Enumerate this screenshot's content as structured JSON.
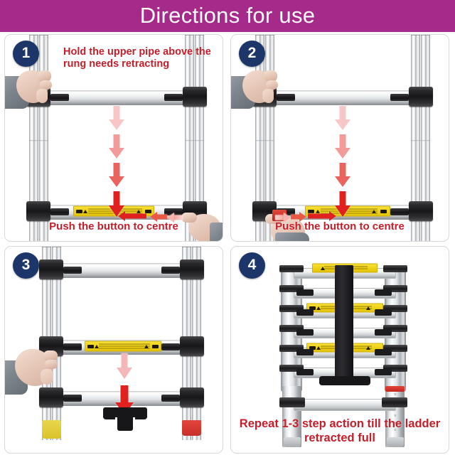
{
  "header": {
    "title": "Directions for use",
    "bg_color": "#a52a8a",
    "text_color": "#ffffff"
  },
  "theme": {
    "badge_color": "#1c3669",
    "caption_color": "#c41e2a",
    "panel_border": "#d8d8d8",
    "arrow_red": "#e0211f",
    "warning_yellow": "#efd011"
  },
  "panels": [
    {
      "number": "1",
      "top_caption": "Hold the upper pipe above the rung needs retracting",
      "bottom_caption": "Push the button to centre",
      "hand_side": "left",
      "hand_position": "upper",
      "button_arrow_direction": "left",
      "arrow_count": 4,
      "icons": {
        "badge": "step-number-badge",
        "arrow": "arrow-down-icon",
        "button_arrow": "arrow-left-icon",
        "warning": "warning-label"
      }
    },
    {
      "number": "2",
      "top_caption": "",
      "bottom_caption": "Push the button to centre",
      "hand_side": "left",
      "hand_position": "upper",
      "button_arrow_direction": "right",
      "arrow_count": 4,
      "icons": {
        "badge": "step-number-badge",
        "arrow": "arrow-down-icon",
        "button_arrow": "arrow-right-icon",
        "warning": "warning-label"
      }
    },
    {
      "number": "3",
      "top_caption": "",
      "bottom_caption": "",
      "hand_side": "left",
      "hand_position": "lower",
      "button_arrow_direction": "none",
      "arrow_count": 2,
      "icons": {
        "badge": "step-number-badge",
        "arrow": "arrow-down-icon",
        "foot": "t-bar-stabilizer"
      }
    },
    {
      "number": "4",
      "top_caption": "",
      "bottom_caption": "Repeat 1-3 step action till the ladder retracted full",
      "hand_side": "none",
      "hand_position": "none",
      "button_arrow_direction": "none",
      "arrow_count": 0,
      "icons": {
        "badge": "step-number-badge",
        "strap": "carry-strap",
        "warning": "warning-label"
      }
    }
  ],
  "product": {
    "type": "telescopic-extension-ladder",
    "retracted_rung_count": 6,
    "labelled_rung_count": 3
  }
}
